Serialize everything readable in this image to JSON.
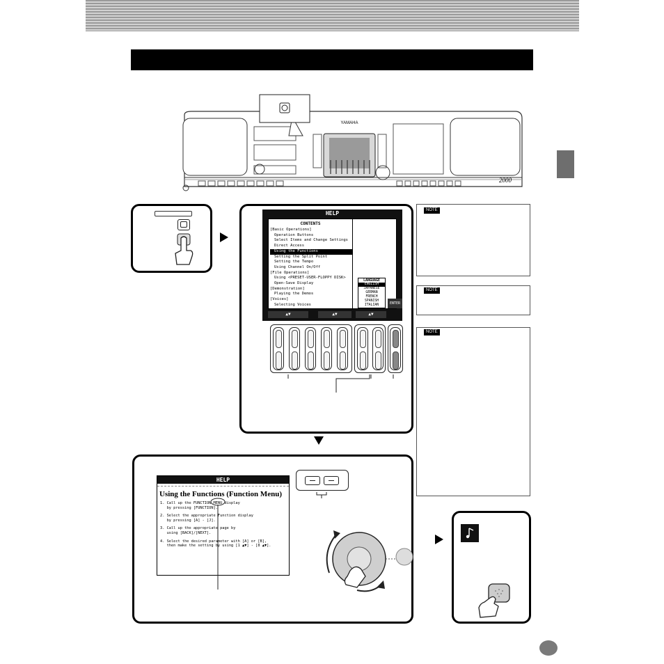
{
  "panel": {
    "logo": "YAMAHA",
    "model": "2000"
  },
  "help_screen": {
    "title": "HELP",
    "contents_header": "CONTENTS",
    "items": [
      "[Basic Operations]",
      "Operation Buttons",
      "Select Items and Change Settings",
      "Direct Access",
      "Using the Functions",
      "Setting the Split Point",
      "Setting the Tempo",
      "Using Channel On/Off",
      "[File Operations]",
      "Using <PRESET-USER-FLOPPY DISK>",
      "Open-Save Display",
      "[Demonstration]",
      "Playing the Demos",
      "[Voices]",
      "Selecting Voices"
    ],
    "selected_index": 4,
    "language_label": "LANGUAGE",
    "languages": [
      "ENGLISH",
      "JAPANESE",
      "GERMAN",
      "FRENCH",
      "SPANISH",
      "ITALIAN"
    ],
    "enter_label": "ENTER",
    "nav_labels": [
      "▲▼",
      "▲▼",
      "▲▼"
    ]
  },
  "help_detail": {
    "title": "HELP",
    "heading": "Using the Functions (Function Menu)",
    "steps": [
      "1. Call up the FUNCTION MENU display\n   by pressing [FUNCTION].",
      "2. Select the appropriate Function display\n   by pressing [A] - [J].",
      "3. Call up the appropriate page by\n   using [BACK]/[NEXT].",
      "4. Select the desired parameter with [A] or [B],\n   then make the setting by using [1 ▲▼] - [8 ▲▼]."
    ]
  },
  "notes": [
    {
      "header": "NOTE"
    },
    {
      "header": "NOTE"
    },
    {
      "header": "NOTE"
    }
  ]
}
